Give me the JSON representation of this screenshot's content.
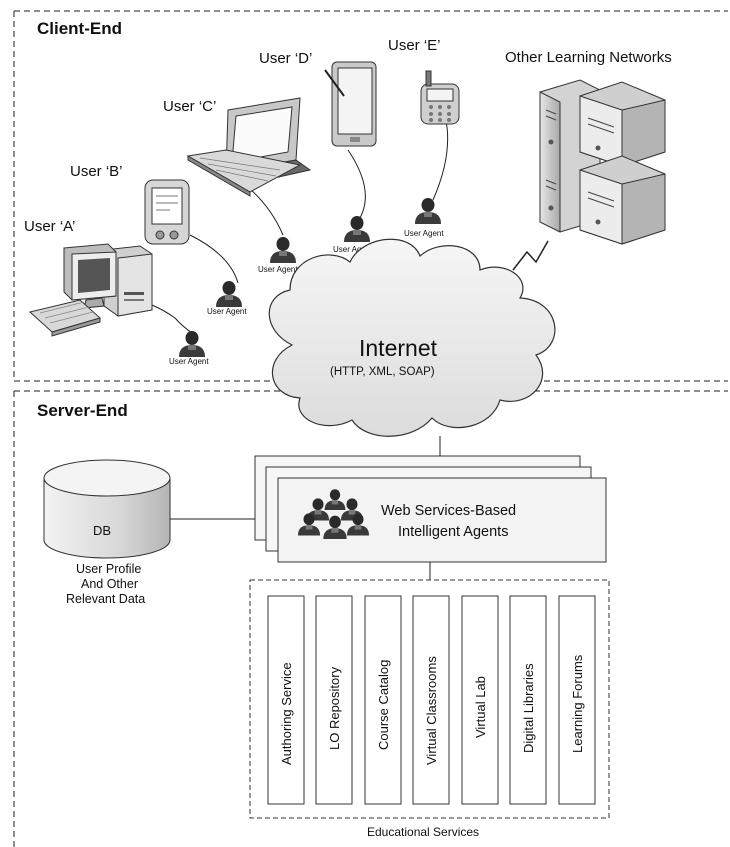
{
  "client_section": {
    "title": "Client-End"
  },
  "server_section": {
    "title": "Server-End"
  },
  "users": [
    {
      "label": "User ‘A’",
      "device": "desktop-computer-icon"
    },
    {
      "label": "User ‘B’",
      "device": "pda-icon"
    },
    {
      "label": "User ‘C’",
      "device": "laptop-icon"
    },
    {
      "label": "User ‘D’",
      "device": "tablet-icon"
    },
    {
      "label": "User ‘E’",
      "device": "mobile-phone-icon"
    }
  ],
  "agent_label": "User Agent",
  "other_networks": {
    "label": "Other Learning Networks",
    "icon": "server-tower-icon"
  },
  "internet": {
    "title": "Internet",
    "subtitle": "(HTTP, XML, SOAP)"
  },
  "database": {
    "label": "DB",
    "caption_lines": [
      "User Profile",
      "And Other",
      "Relevant Data"
    ]
  },
  "agents_box": {
    "line1": "Web Services-Based",
    "line2": "Intelligent Agents",
    "icon": "agent-group-icon"
  },
  "educational_services": {
    "caption": "Educational Services",
    "items": [
      "Authoring Service",
      "LO Repository",
      "Course Catalog",
      "Virtual Classrooms",
      "Virtual Lab",
      "Digital Libraries",
      "Learning Forums"
    ]
  },
  "colors": {
    "line": "#222222",
    "box_fill": "#f3f3f3",
    "cloud_fill": "#ececec",
    "device_fill": "#d9d9d9"
  }
}
